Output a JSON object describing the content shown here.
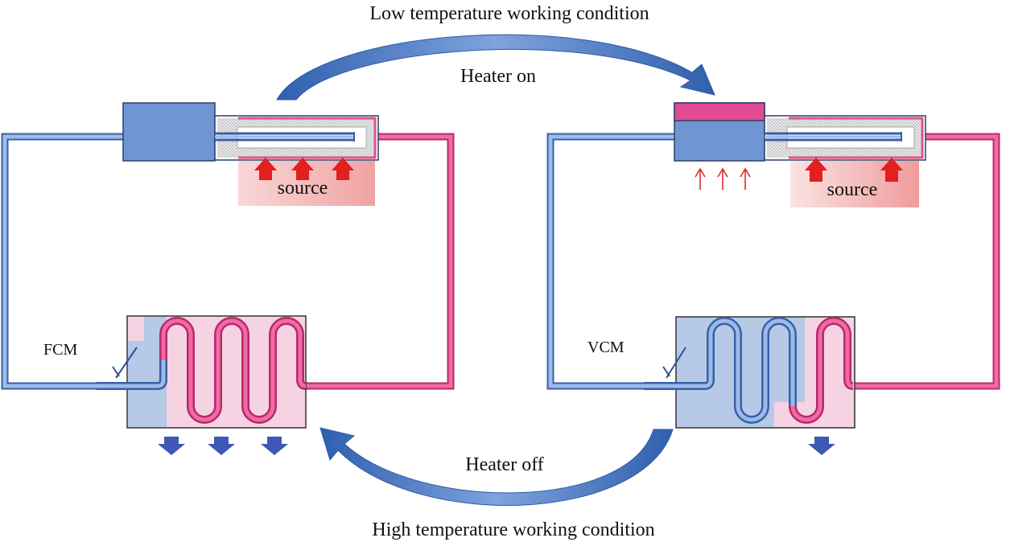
{
  "labels": {
    "top_condition": "Low temperature working condition",
    "heater_on": "Heater on",
    "heater_off": "Heater off",
    "bottom_condition": "High temperature working condition",
    "left_source": "source",
    "right_source": "source",
    "left_module": "FCM",
    "right_module": "VCM"
  },
  "colors": {
    "cold_loop": "#5b8fd6",
    "hot_loop": "#e0508f",
    "cold_fill": "#b6c9e6",
    "hot_fill": "#f6d3e2",
    "block": "#6f96d2",
    "heater": "#e24a93",
    "heat_arrow": "#e31f1f",
    "cool_arrow": "#3f57b5",
    "transition_arrow": "#3b6bbd"
  }
}
